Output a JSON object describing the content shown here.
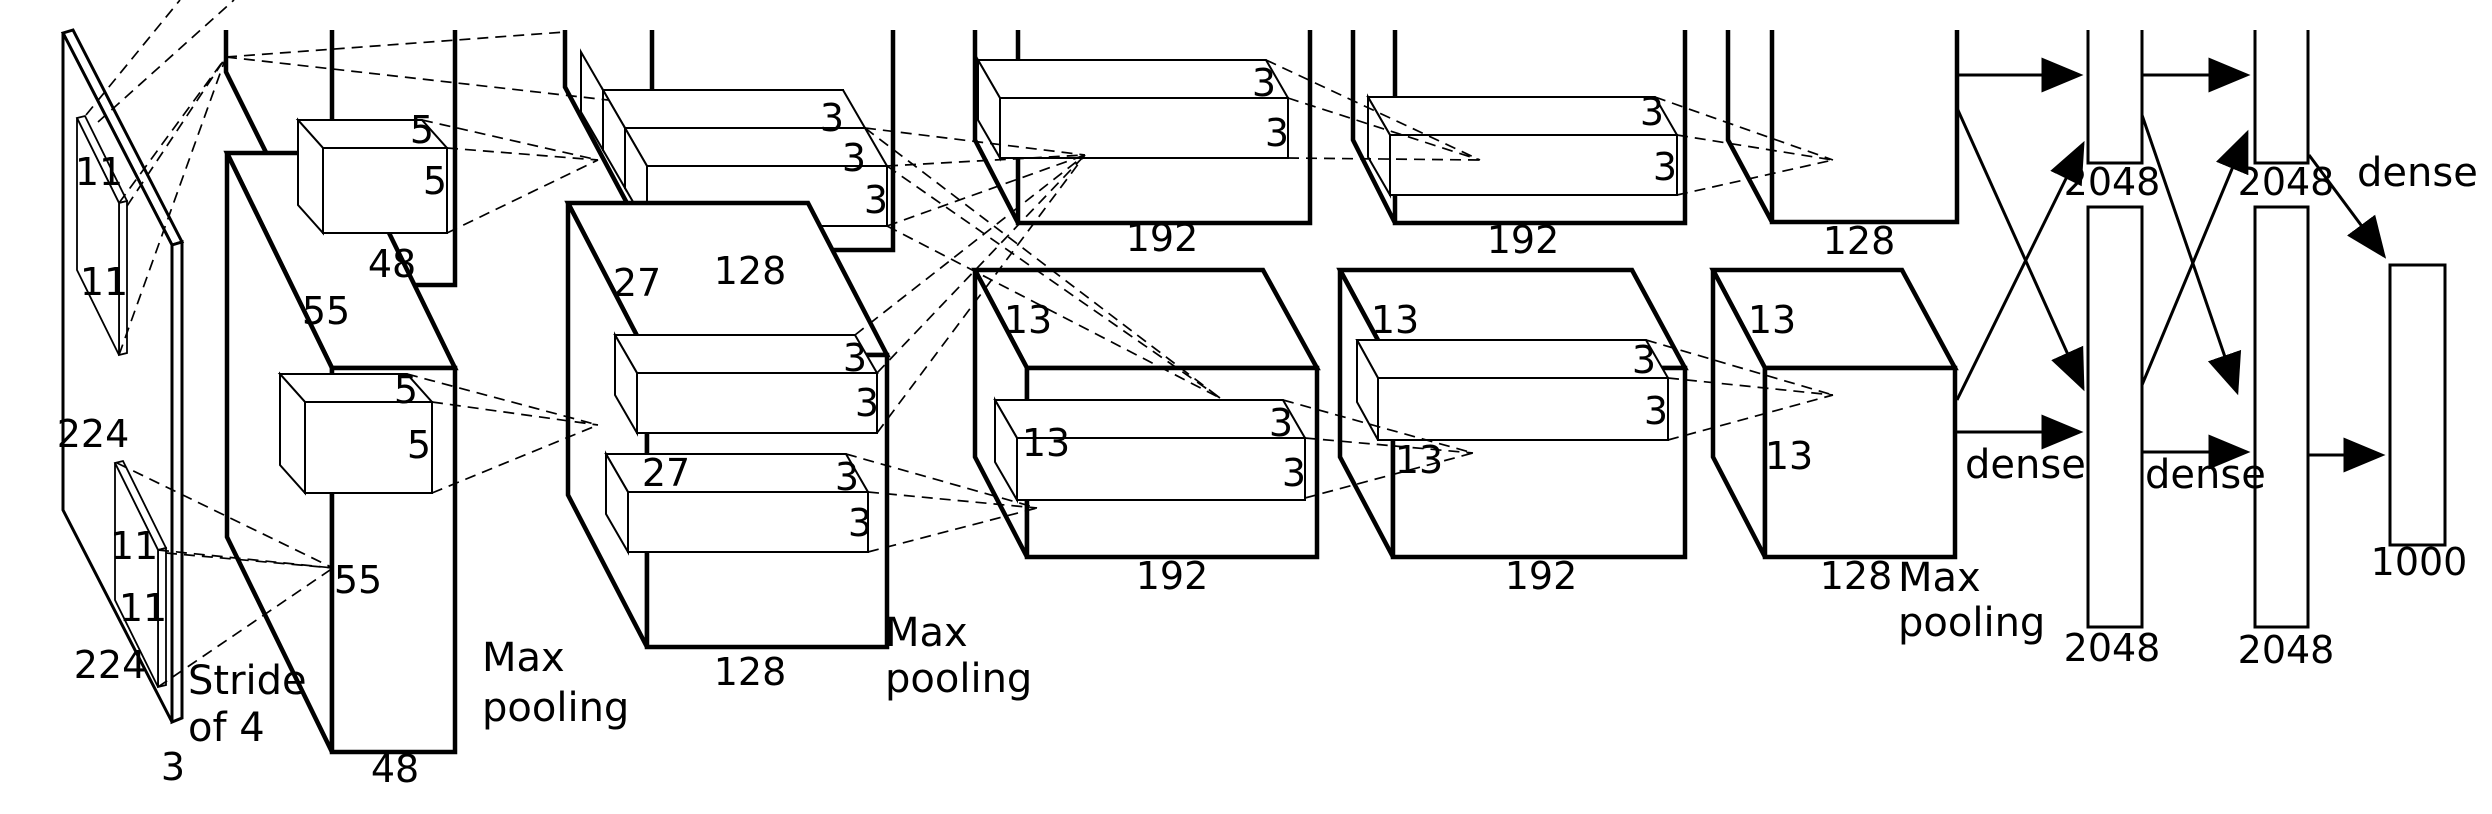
{
  "diagram_title": "AlexNet convolutional neural network architecture",
  "colors": {
    "ink": "#000000",
    "background": "#ffffff"
  },
  "labels": {
    "input": {
      "dim_left": "224",
      "dim_bottom": "224",
      "depth": "3",
      "patch_top_a": "11",
      "patch_top_b": "11",
      "patch_bot_a": "11",
      "patch_bot_b": "11",
      "stride_line1": "Stride",
      "stride_line2": "of 4"
    },
    "conv1": {
      "top_size": "55",
      "top_depth": "48",
      "bot_size": "55",
      "bot_depth": "48",
      "kernel_top_a": "5",
      "kernel_top_b": "5",
      "kernel_bot_a": "5",
      "kernel_bot_b": "5"
    },
    "pool1": {
      "line1": "Max",
      "line2": "pooling"
    },
    "conv2": {
      "top_depth": "128",
      "top_k3_1": "3",
      "top_k3_2": "3",
      "top_k3_3": "3",
      "size_a": "27",
      "size_b": "27",
      "k1_3a": "3",
      "k1_3b": "3",
      "k2_3a": "3",
      "k2_3b": "3",
      "bot_depth": "128"
    },
    "pool2": {
      "line1": "Max",
      "line2": "pooling"
    },
    "conv3": {
      "top_depth": "192",
      "top_3a": "3",
      "top_3b": "3",
      "size_a": "13",
      "size_b": "13",
      "k_3a": "3",
      "k_3b": "3",
      "bot_depth": "192"
    },
    "conv4": {
      "top_depth": "192",
      "top_3a": "3",
      "top_3b": "3",
      "size_a": "13",
      "size_b": "13",
      "k_3a": "3",
      "k_3b": "3",
      "bot_depth": "192"
    },
    "conv5": {
      "top_depth": "128",
      "size_a": "13",
      "size_b": "13",
      "bot_depth": "128"
    },
    "pool3": {
      "line1": "Max",
      "line2": "pooling"
    },
    "fc": {
      "fc6_top": "2048",
      "fc7_top": "2048",
      "fc6_bot": "2048",
      "fc7_bot": "2048",
      "output": "1000",
      "dense1": "dense",
      "dense2": "dense",
      "dense3": "dense"
    }
  }
}
